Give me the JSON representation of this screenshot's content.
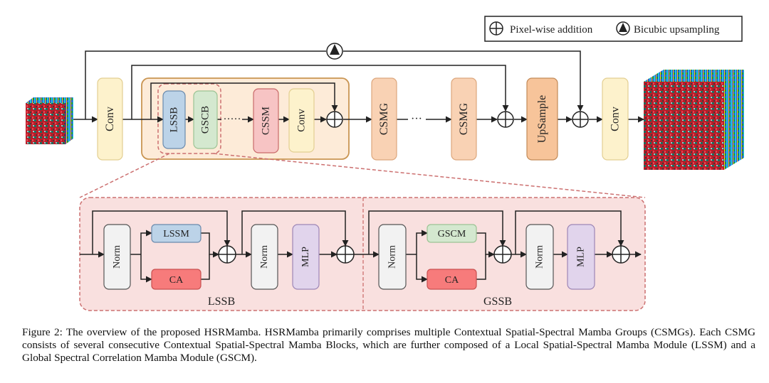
{
  "legend": {
    "addition": "Pixel-wise addition",
    "upsampling": "Bicubic upsampling"
  },
  "top": {
    "conv_in": "Conv",
    "lssb": "LSSB",
    "gscb": "GSCB",
    "ellipsis_inner": "·····",
    "cssm": "CSSM",
    "conv_group": "Conv",
    "csmg_1": "CSMG",
    "ellipsis_mid": "···",
    "csmg_n": "CSMG",
    "upsample": "UpSample",
    "conv_out": "Conv"
  },
  "bottom": {
    "lssb": {
      "norm1": "Norm",
      "lssm": "LSSM",
      "ca": "CA",
      "norm2": "Norm",
      "mlp": "MLP",
      "label": "LSSB"
    },
    "gssb": {
      "norm1": "Norm",
      "gscm": "GSCM",
      "ca": "CA",
      "norm2": "Norm",
      "mlp": "MLP",
      "label": "GSSB"
    }
  },
  "caption": "Figure 2: The overview of the proposed HSRMamba. HSRMamba primarily comprises multiple Contextual Spatial-Spectral Mamba Groups (CSMGs). Each CSMG consists of several consecutive Contextual Spatial-Spectral Mamba Blocks, which are further composed of a Local Spatial-Spectral Mamba Module (LSSM) and a Global Spectral Correlation Mamba Module (GSCM).",
  "colors": {
    "conv": "#fdf2cc",
    "csmg": "#f9d2b4",
    "group_bg": "#fdebd8",
    "group_border": "#c99552",
    "lssb": "#bcd3e8",
    "gscb": "#d4e8cf",
    "cssm": "#f7c4c4",
    "mlp": "#e1d4ec",
    "norm": "#f2f2f2",
    "ca": "#f77b7b",
    "panel_bg": "#f9e0df",
    "dash": "#cc7070"
  }
}
